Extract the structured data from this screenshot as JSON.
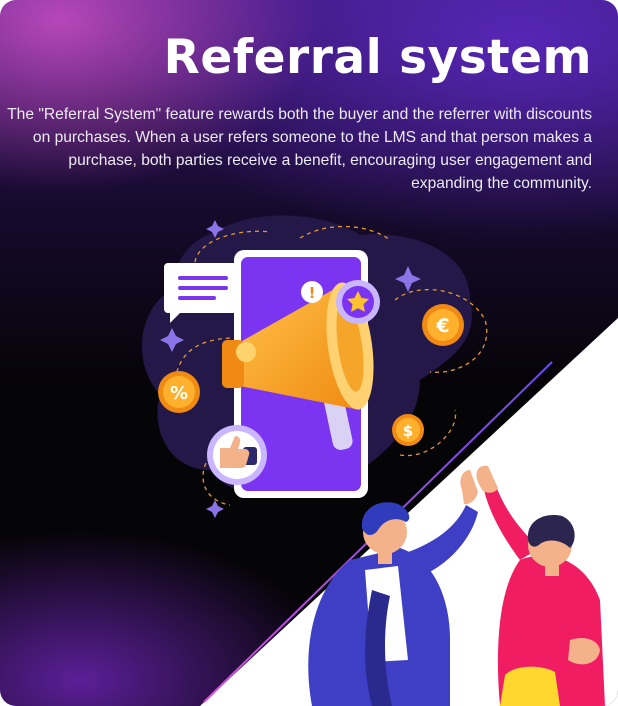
{
  "header": {
    "title": "Referral system",
    "description": "The \"Referral System\" feature rewards both the buyer and the referrer with discounts on purchases. When a user refers someone to the LMS and that person makes a purchase, both parties receive a benefit, encouraging user engagement and expanding the community."
  },
  "illustration": {
    "icons": [
      "megaphone-icon",
      "chat-bubble-icon",
      "star-badge-icon",
      "exclamation-badge-icon",
      "euro-coin-icon",
      "percent-coin-icon",
      "dollar-coin-icon",
      "thumbs-up-badge-icon",
      "sparkle-icon"
    ],
    "people": [
      "person-blue-jacket",
      "person-pink-shirt"
    ],
    "percent_symbol": "%",
    "euro_symbol": "€",
    "dollar_symbol": "$",
    "exclamation_symbol": "!"
  },
  "colors": {
    "background_dark": "#050407",
    "gradient_purple": "#5a28be",
    "gradient_pink": "#cd50c8",
    "phone_purple": "#7b35f0",
    "megaphone_orange": "#f5a21c",
    "coin_orange": "#f08a12",
    "lower_panel": "#ffffff",
    "shirt_pink": "#f01d63",
    "jacket_blue": "#3e3fc4"
  }
}
